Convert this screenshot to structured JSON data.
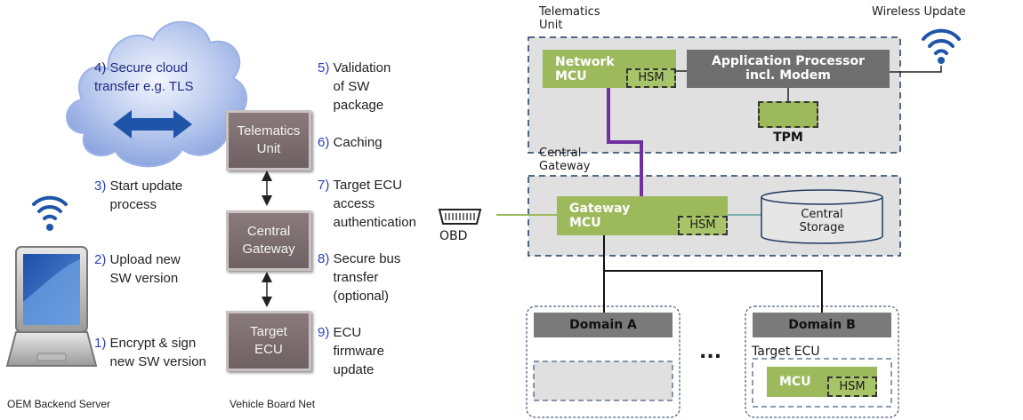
{
  "left": {
    "cloud_label": "4) Secure cloud\ntransfer e.g. TLS",
    "steps": [
      {
        "num": "5)",
        "text": "Validation\nof SW\npackage"
      },
      {
        "num": "6)",
        "text": "Caching"
      },
      {
        "num": "7)",
        "text": "Target ECU\naccess\nauthentication"
      },
      {
        "num": "8)",
        "text": "Secure bus\ntransfer\n(optional)"
      },
      {
        "num": "9)",
        "text": "ECU\nfirmware\nupdate"
      },
      {
        "num": "3)",
        "text": "Start update\nprocess"
      },
      {
        "num": "2)",
        "text": "Upload new\nSW version"
      },
      {
        "num": "1)",
        "text": "Encrypt & sign\nnew SW version"
      }
    ],
    "chain": {
      "telematics": "Telematics\nUnit",
      "gateway": "Central\nGateway",
      "target": "Target\nECU"
    },
    "caption_server": "OEM Backend Server",
    "caption_vehicle": "Vehicle Board Net"
  },
  "right": {
    "telematics_label": "Telematics\nUnit",
    "wireless_label": "Wireless Update",
    "network_mcu": "Network\nMCU",
    "hsm_label": "HSM",
    "app_processor": "Application Processor\nincl. Modem",
    "tpm": "TPM",
    "central_gateway_label": "Central\nGateway",
    "gateway_mcu": "Gateway\nMCU",
    "central_storage": "Central\nStorage",
    "obd_label": "OBD",
    "domain_a": "Domain A",
    "domain_b": "Domain B",
    "ellipsis": "...",
    "target_ecu_label": "Target ECU",
    "mcu": "MCU"
  },
  "colors": {
    "accent_blue": "#2b3fbf",
    "green": "#9cb95c",
    "purple_link": "#7030a0",
    "chain_box": "#7a6d6f",
    "dashed_border": "#1f3a5f"
  }
}
